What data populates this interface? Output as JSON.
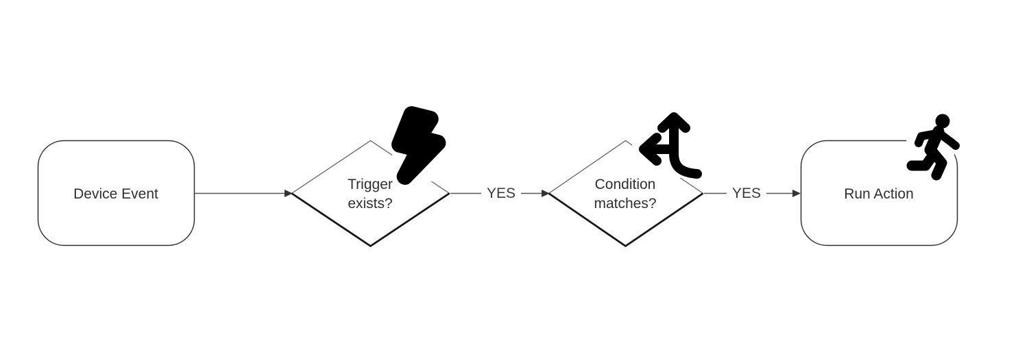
{
  "diagram": {
    "type": "flowchart",
    "direction": "left-to-right",
    "colors": {
      "background": "#ffffff",
      "node_border": "#2f2f2f",
      "diamond_edge_light": "#5a5a5a",
      "diamond_edge_shadow": "#161616",
      "connector_line": "#555555",
      "arrowhead": "#333333",
      "icon": "#000000",
      "text": "#2f2f2f"
    },
    "nodes": [
      {
        "id": "device-event",
        "shape": "rounded-rectangle",
        "label": "Device Event",
        "icon": null
      },
      {
        "id": "trigger-exists",
        "shape": "diamond",
        "label": "Trigger exists?",
        "lines": [
          "Trigger",
          "exists?"
        ],
        "icon": "lightning-bolt"
      },
      {
        "id": "condition-matches",
        "shape": "diamond",
        "label": "Condition matches?",
        "lines": [
          "Condition",
          "matches?"
        ],
        "icon": "split-arrows-up-left"
      },
      {
        "id": "run-action",
        "shape": "rounded-rectangle",
        "label": "Run Action",
        "icon": "person-running"
      }
    ],
    "edges": [
      {
        "from": "device-event",
        "to": "trigger-exists",
        "label": ""
      },
      {
        "from": "trigger-exists",
        "to": "condition-matches",
        "label": "YES"
      },
      {
        "from": "condition-matches",
        "to": "run-action",
        "label": "YES"
      }
    ]
  }
}
